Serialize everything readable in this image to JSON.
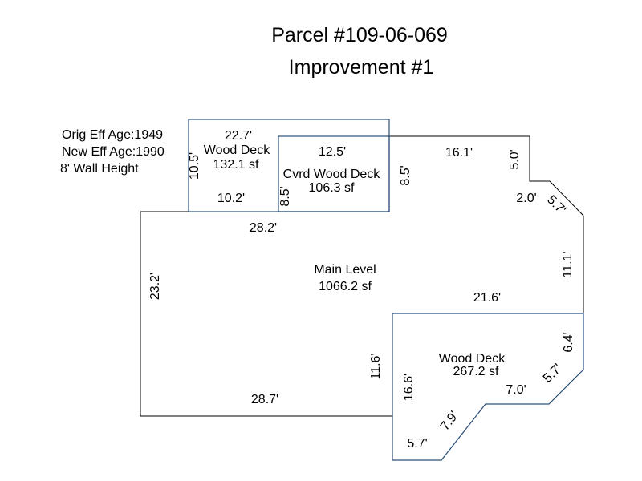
{
  "header": {
    "title_line1": "Parcel #109-06-069",
    "title_line2": "Improvement #1"
  },
  "info": {
    "orig_eff_age": "Orig Eff Age:1949",
    "new_eff_age": "New Eff Age:1990",
    "wall_height": "8' Wall Height"
  },
  "areas": {
    "main_level": {
      "name": "Main Level",
      "area": "1066.2 sf"
    },
    "wood_deck_top": {
      "name": "Wood Deck",
      "area": "132.1 sf"
    },
    "covered_wood_deck": {
      "name": "Cvrd Wood Deck",
      "area": "106.3 sf"
    },
    "wood_deck_bottom": {
      "name": "Wood Deck",
      "area": "267.2 sf"
    }
  },
  "dimensions": {
    "main_top_left": "28.2'",
    "main_left": "23.2'",
    "main_bottom": "28.7'",
    "main_notch_vertical": "11.6'",
    "main_inner_horizontal": "21.6'",
    "main_top_right": "16.1'",
    "main_step_vertical": "5.0'",
    "main_step_horizontal": "2.0'",
    "main_diagonal": "5.7'",
    "main_right": "11.1'",
    "main_mid_vertical": "8.5'",
    "deck_top_width": "22.7'",
    "deck_top_height": "10.5'",
    "deck_top_bottom": "10.2'",
    "cvrd_top": "12.5'",
    "cvrd_left": "8.5'",
    "deck_bottom_left": "16.6'",
    "deck_bottom_right": "6.4'",
    "deck_bottom_diag_right": "5.7'",
    "deck_bottom_inner": "7.0'",
    "deck_bottom_diag_left": "7.9'",
    "deck_bottom_base": "5.7'"
  },
  "colors": {
    "main_outline": "#000000",
    "deck_outline": "#2b4f7a"
  }
}
